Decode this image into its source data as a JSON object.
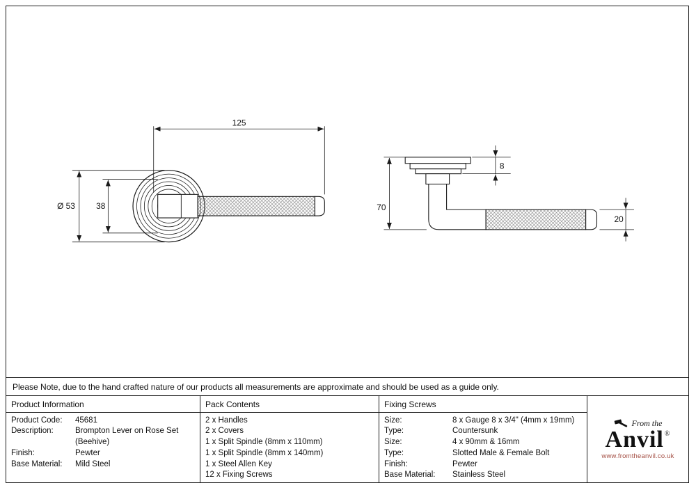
{
  "colors": {
    "line": "#1a1a1a",
    "text": "#111111",
    "url_text": "#a34d42"
  },
  "drawing": {
    "front_view": {
      "length": "125",
      "rose_diameter": "Ø 53",
      "inner_diameter": "38"
    },
    "side_view": {
      "height": "70",
      "rose_thickness": "8",
      "lever_diameter": "20"
    }
  },
  "note": "Please Note, due to the hand crafted nature of our products all measurements are approximate and should be used as a guide only.",
  "table": {
    "product_info": {
      "header": "Product Information",
      "rows": [
        {
          "label": "Product Code:",
          "value": "45681"
        },
        {
          "label": "Description:",
          "value": "Brompton Lever on Rose Set"
        },
        {
          "label": "",
          "value": "(Beehive)"
        },
        {
          "label": "Finish:",
          "value": "Pewter"
        },
        {
          "label": "Base Material:",
          "value": "Mild Steel"
        }
      ]
    },
    "pack_contents": {
      "header": "Pack Contents",
      "items": [
        "2 x Handles",
        "2 x Covers",
        "1 x Split Spindle (8mm x 110mm)",
        "1 x Split Spindle (8mm x 140mm)",
        "1 x Steel Allen Key",
        "12 x Fixing Screws"
      ]
    },
    "fixing_screws": {
      "header": "Fixing Screws",
      "rows": [
        {
          "label": "Size:",
          "value": "8 x Gauge 8 x 3/4\" (4mm x 19mm)"
        },
        {
          "label": "Type:",
          "value": "Countersunk"
        },
        {
          "label": "Size:",
          "value": "4 x 90mm & 16mm"
        },
        {
          "label": "Type:",
          "value": "Slotted Male & Female Bolt"
        },
        {
          "label": "Finish:",
          "value": "Pewter"
        },
        {
          "label": "Base Material:",
          "value": "Stainless Steel"
        }
      ]
    }
  },
  "logo": {
    "tagline": "From the",
    "brand": "Anvil",
    "registered": "®",
    "url": "www.fromtheanvil.co.uk"
  }
}
